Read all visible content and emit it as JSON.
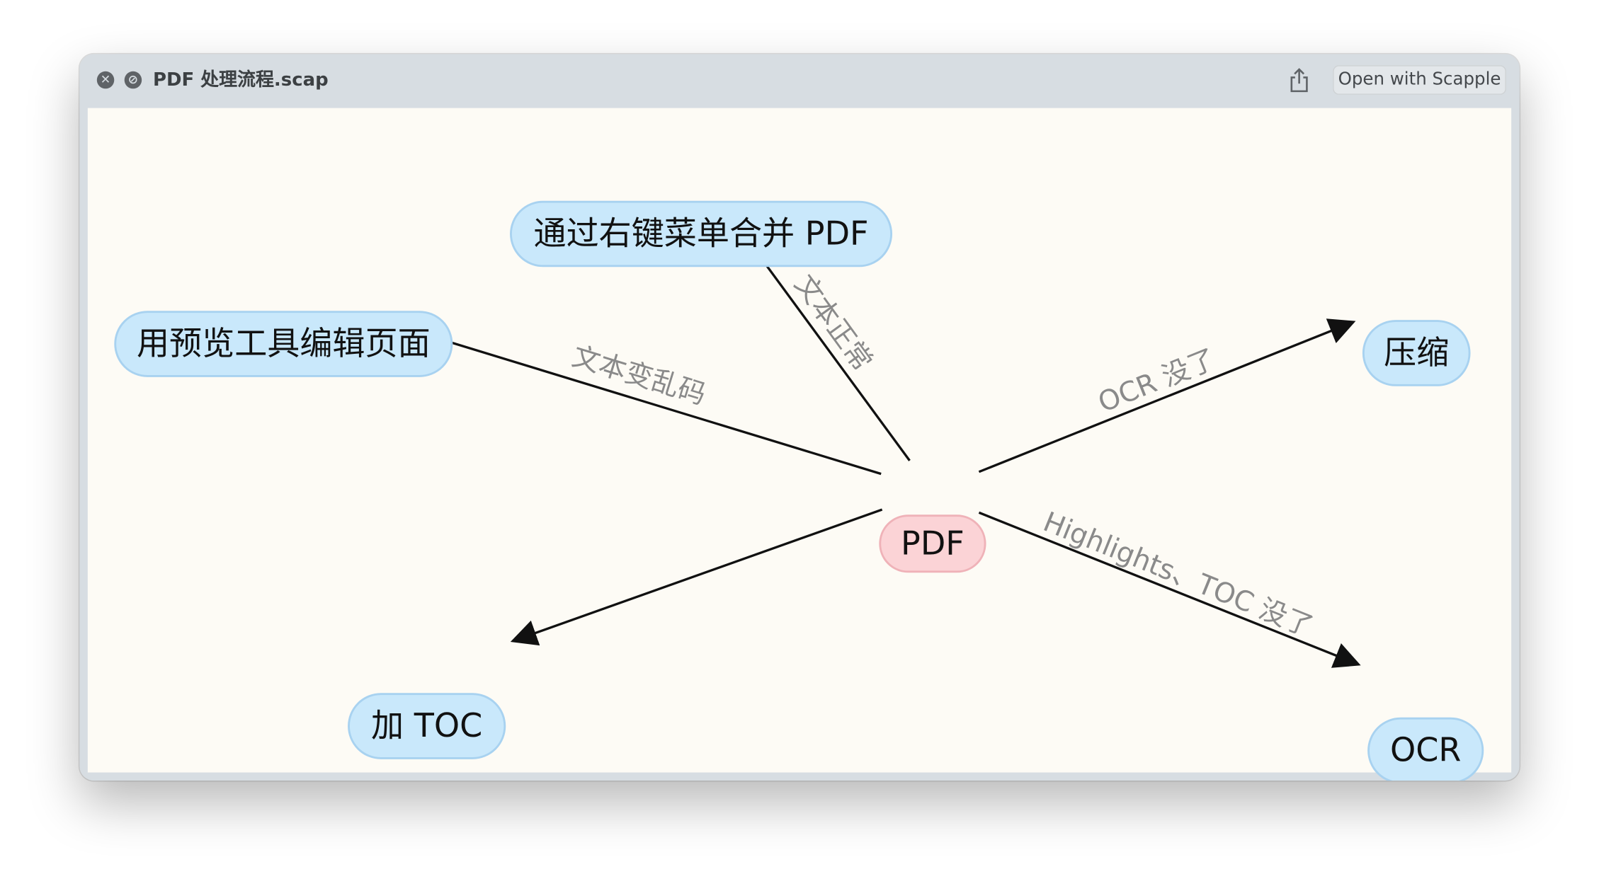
{
  "window": {
    "title": "PDF 处理流程.scap",
    "open_button_label": "Open with Scapple",
    "close_icon": "close-icon",
    "minimize_icon": "minimize-icon",
    "share_icon": "share-icon"
  },
  "map": {
    "center_node": "PDF",
    "nodes": {
      "merge": "通过右键菜单合并 PDF",
      "preview": "用预览工具编辑页面",
      "compress": "压缩",
      "toc": "加 TOC",
      "ocr": "OCR"
    },
    "edge_labels": {
      "merge": "文本正常",
      "preview": "文本变乱码",
      "compress": "OCR 没了",
      "ocr": "Highlights、TOC 没了"
    }
  },
  "colors": {
    "node_fill": "#c9e8fb",
    "center_fill": "#fbd3d6",
    "canvas": "#fdfbf5",
    "edge_label": "#8a8a8a"
  }
}
